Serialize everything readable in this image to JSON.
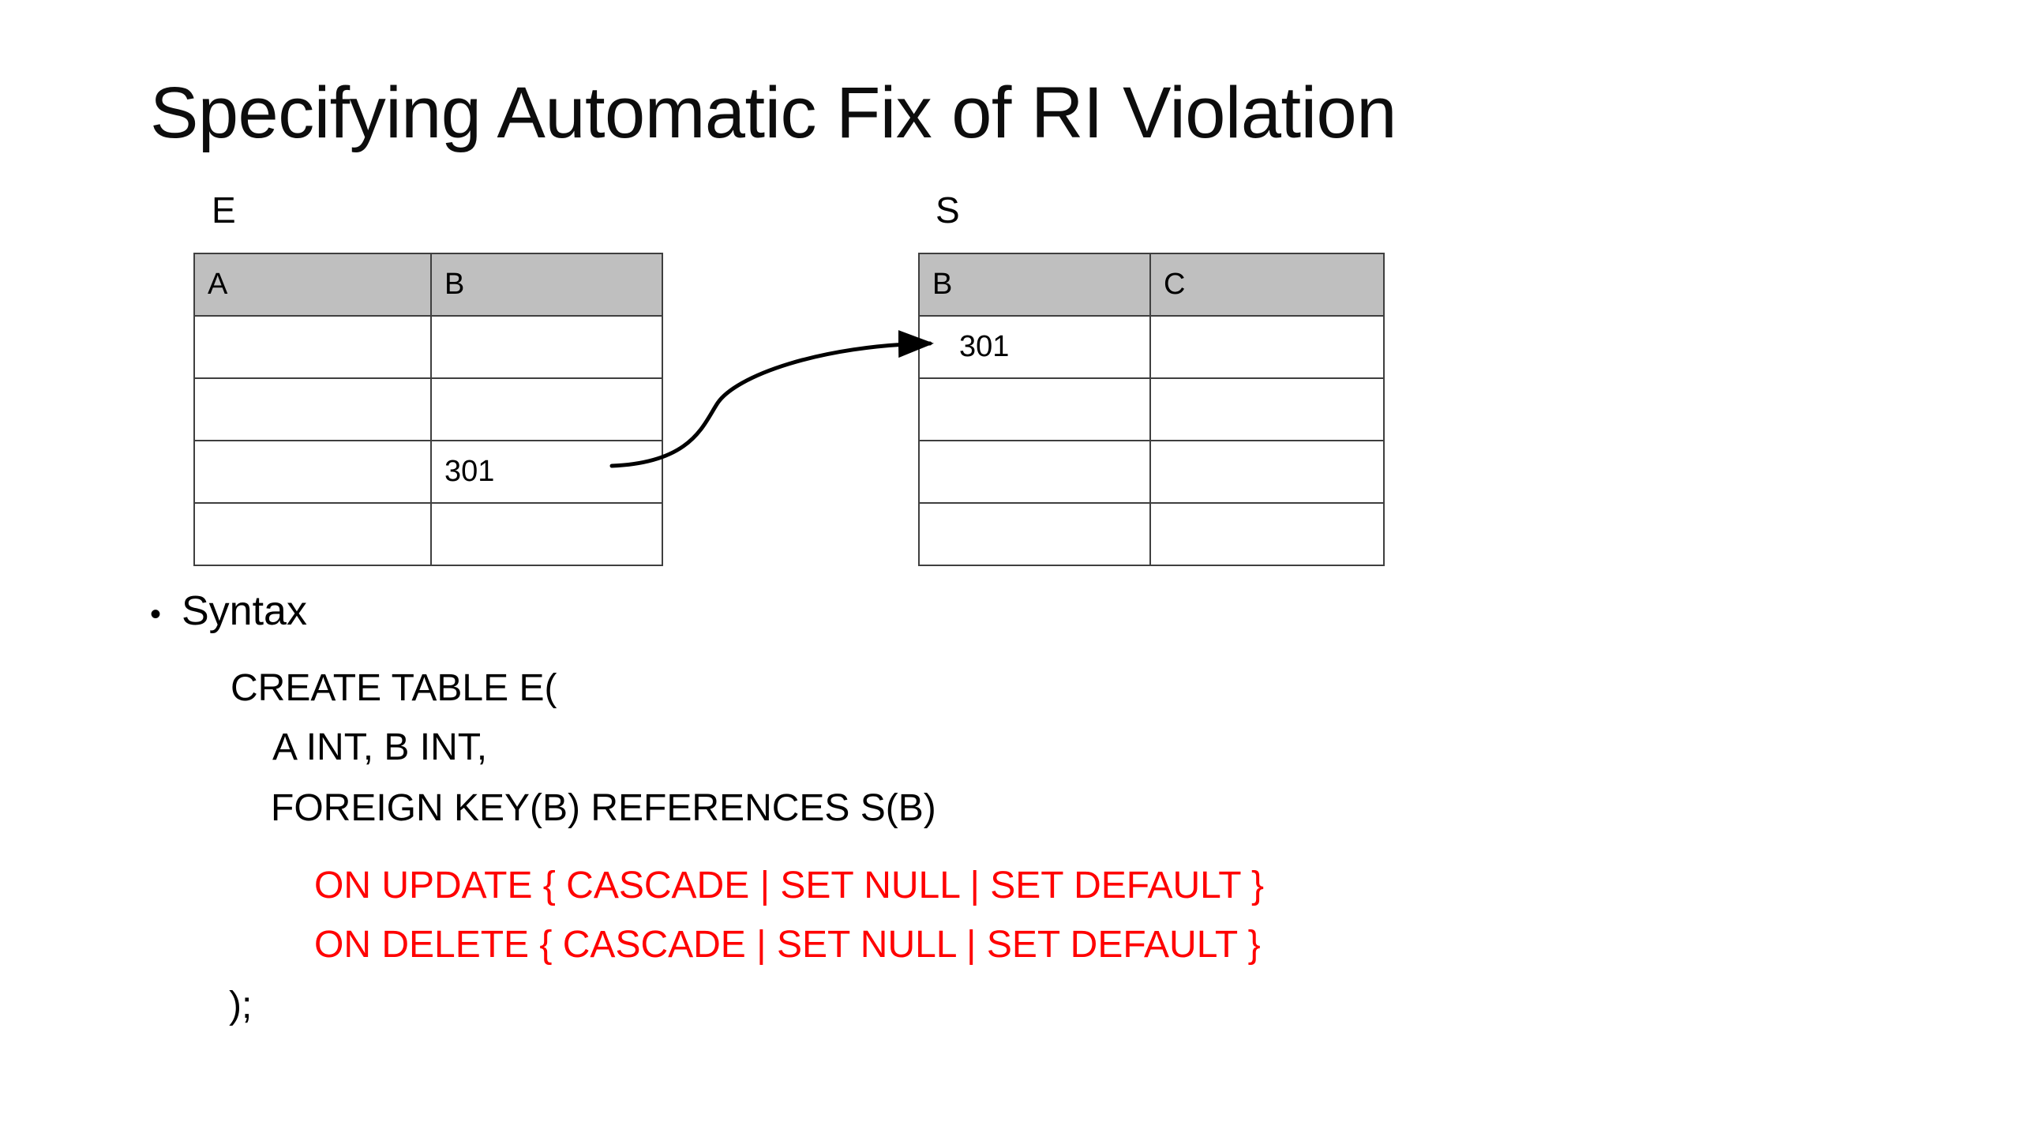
{
  "slide": {
    "title": "Specifying Automatic Fix of RI Violation",
    "background_color": "#FFFFFF"
  },
  "diagram": {
    "header_fill": "#BFBFBF",
    "border_color": "#3F3F3F",
    "tables": [
      {
        "name": "table-e",
        "label": "E",
        "columns": [
          "A",
          "B"
        ],
        "rows": [
          [
            "",
            ""
          ],
          [
            "",
            ""
          ],
          [
            "",
            "301"
          ],
          [
            "",
            ""
          ]
        ]
      },
      {
        "name": "table-s",
        "label": "S",
        "columns": [
          "B",
          "C"
        ],
        "rows": [
          [
            "301",
            ""
          ],
          [
            "",
            ""
          ],
          [
            "",
            ""
          ],
          [
            "",
            ""
          ]
        ]
      }
    ],
    "connector": {
      "name": "foreign-key-reference-arrow",
      "from": "E.B = 301",
      "to": "S.B = 301",
      "color": "#000000"
    }
  },
  "body": {
    "bullet_marker": "•",
    "bullet_label": "Syntax",
    "code_lines": [
      {
        "text": "CREATE TABLE E(",
        "color": "#000000"
      },
      {
        "text": "A INT, B INT,",
        "color": "#000000"
      },
      {
        "text": "FOREIGN KEY(B) REFERENCES S(B)",
        "color": "#000000"
      },
      {
        "text": "ON UPDATE { CASCADE | SET NULL | SET DEFAULT }",
        "color": "#FF0000"
      },
      {
        "text": "ON DELETE { CASCADE | SET NULL | SET DEFAULT }",
        "color": "#FF0000"
      },
      {
        "text": ");",
        "color": "#000000"
      }
    ]
  }
}
